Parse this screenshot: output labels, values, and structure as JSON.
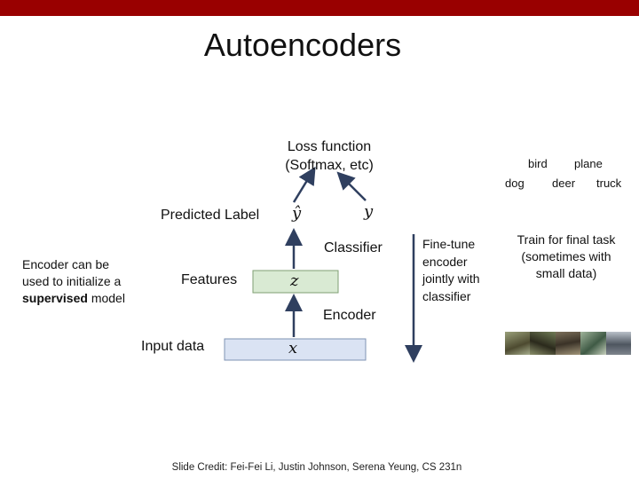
{
  "slide": {
    "title": "Autoencoders",
    "credit": "Slide Credit: Fei-Fei Li, Justin Johnson, Serena Yeung, CS 231n"
  },
  "diagram": {
    "loss_line1": "Loss function",
    "loss_line2": "(Softmax, etc)",
    "predicted_label": "Predicted Label",
    "classifier": "Classifier",
    "features": "Features",
    "encoder": "Encoder",
    "input_data": "Input data",
    "var_yhat": "ŷ",
    "var_y": "y",
    "var_z": "z",
    "var_x": "x"
  },
  "note": {
    "line1": "Encoder can be",
    "line2": "used to initialize a",
    "bold": "supervised",
    "rest": " model"
  },
  "finetune": {
    "line1": "Fine-tune",
    "line2": "encoder",
    "line3": "jointly with",
    "line4": "classifier"
  },
  "classes": {
    "bird": "bird",
    "plane": "plane",
    "dog": "dog",
    "deer": "deer",
    "truck": "truck"
  },
  "train": {
    "line1": "Train for final task",
    "line2": "(sometimes with",
    "line3": "small data)"
  },
  "colors": {
    "topbar": "#990000",
    "feature_box": "#d9ead3",
    "input_box": "#dae3f3",
    "arrow": "#2f3f5f"
  }
}
